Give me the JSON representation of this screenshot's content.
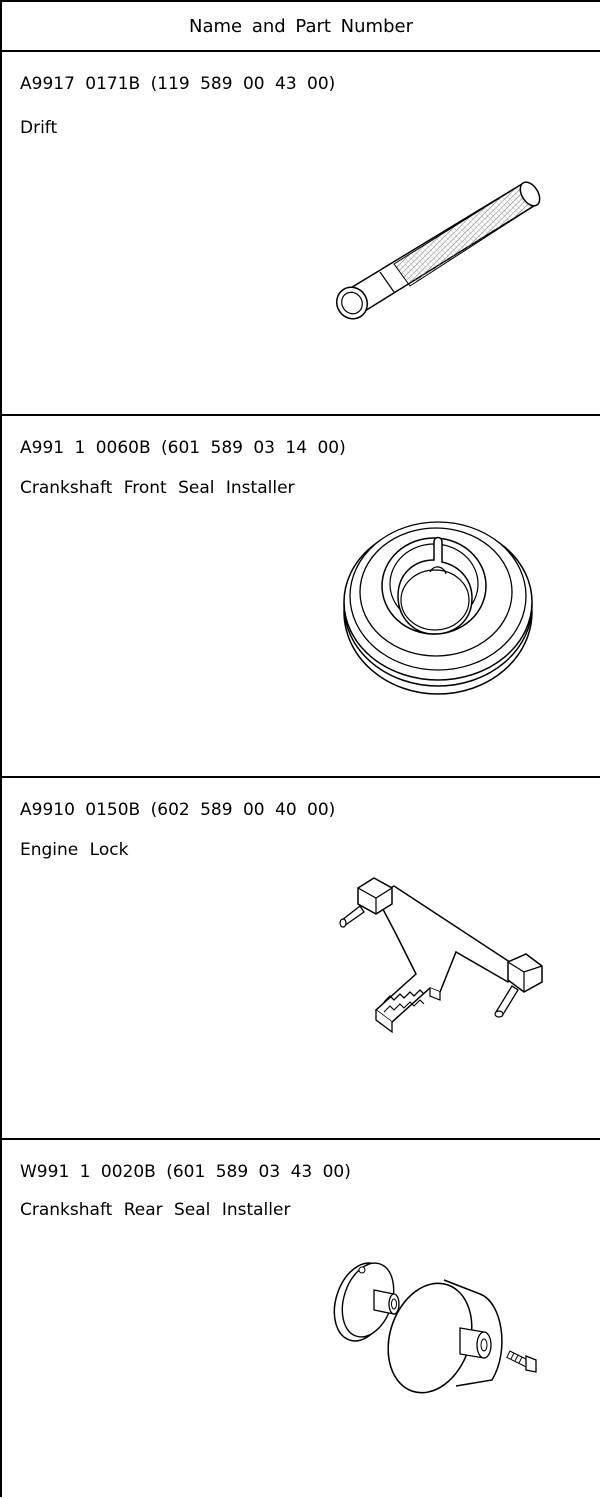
{
  "header": {
    "title": "Name and Part Number"
  },
  "tools": [
    {
      "part_number": "A9917 0171B (119 589 00 43 00)",
      "name": "Drift",
      "illustration": "drift-icon"
    },
    {
      "part_number": "A991 1 0060B (601 589 03 14 00)",
      "name": "Crankshaft Front Seal Installer",
      "illustration": "seal-installer-icon"
    },
    {
      "part_number": "A9910 0150B (602 589 00 40 00)",
      "name": "Engine Lock",
      "illustration": "engine-lock-icon"
    },
    {
      "part_number": "W991 1 0020B (601 589 03 43 00)",
      "name": "Crankshaft Rear Seal Installer",
      "illustration": "rear-seal-installer-icon"
    }
  ]
}
